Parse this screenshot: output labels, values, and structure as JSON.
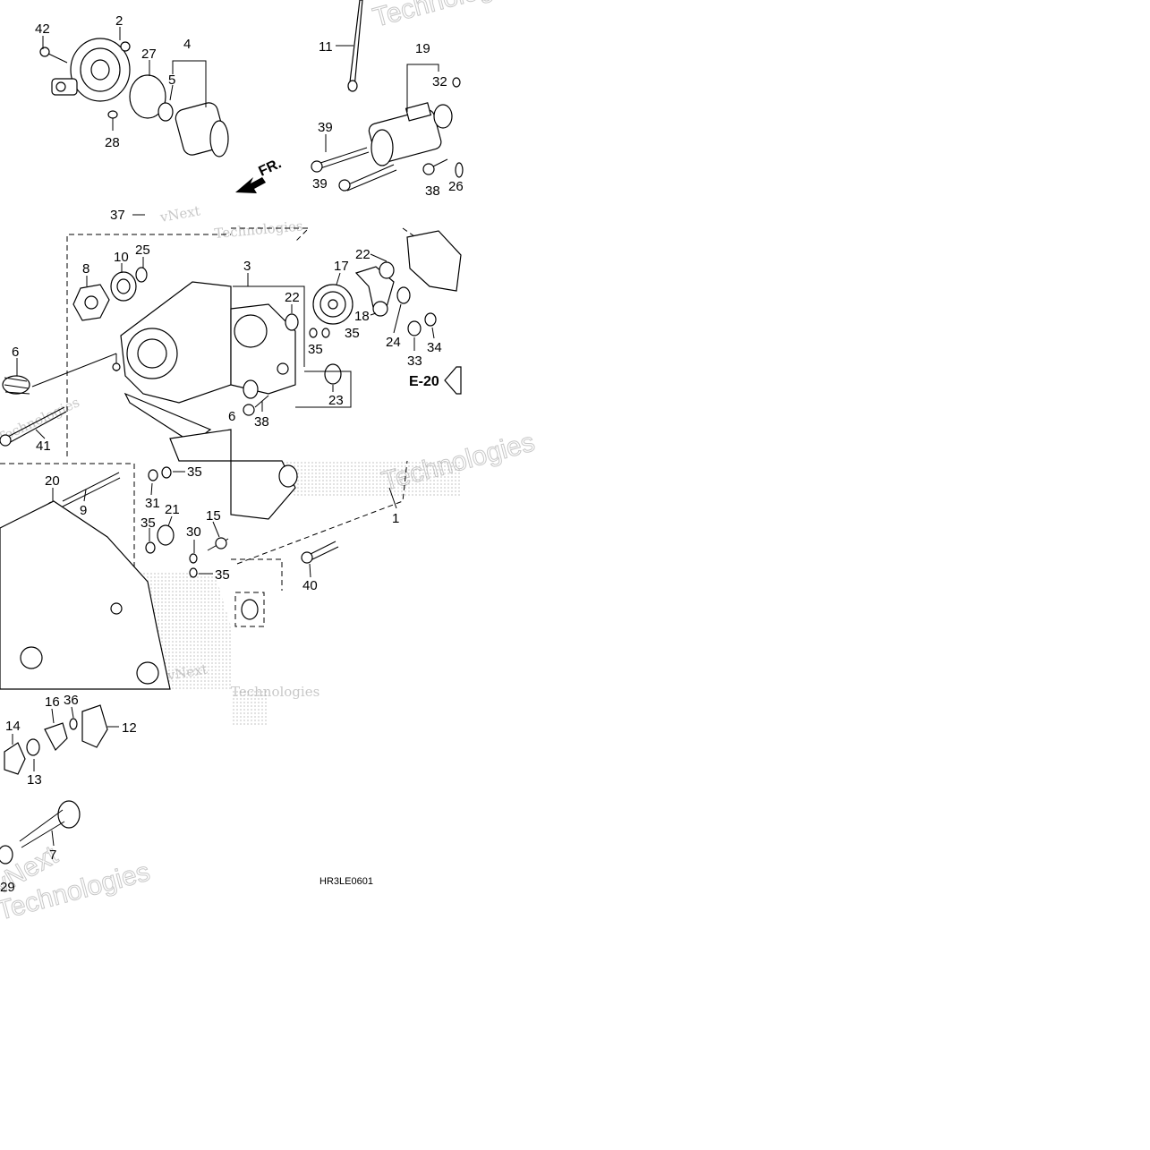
{
  "diagram": {
    "drawing_code": "HR3LE0601",
    "reference": "E-20",
    "direction_marker": "FR.",
    "watermark_line1": "vNext",
    "watermark_line2": "Technologies",
    "callouts": [
      "42",
      "2",
      "27",
      "4",
      "5",
      "28",
      "11",
      "19",
      "32",
      "39",
      "39",
      "38",
      "26",
      "37",
      "8",
      "10",
      "25",
      "3",
      "22",
      "17",
      "22",
      "18",
      "6",
      "41",
      "35",
      "35",
      "24",
      "33",
      "34",
      "23",
      "6",
      "38",
      "20",
      "9",
      "31",
      "35",
      "35",
      "21",
      "15",
      "30",
      "35",
      "1",
      "40",
      "14",
      "16",
      "36",
      "12",
      "13",
      "7",
      "29"
    ]
  }
}
